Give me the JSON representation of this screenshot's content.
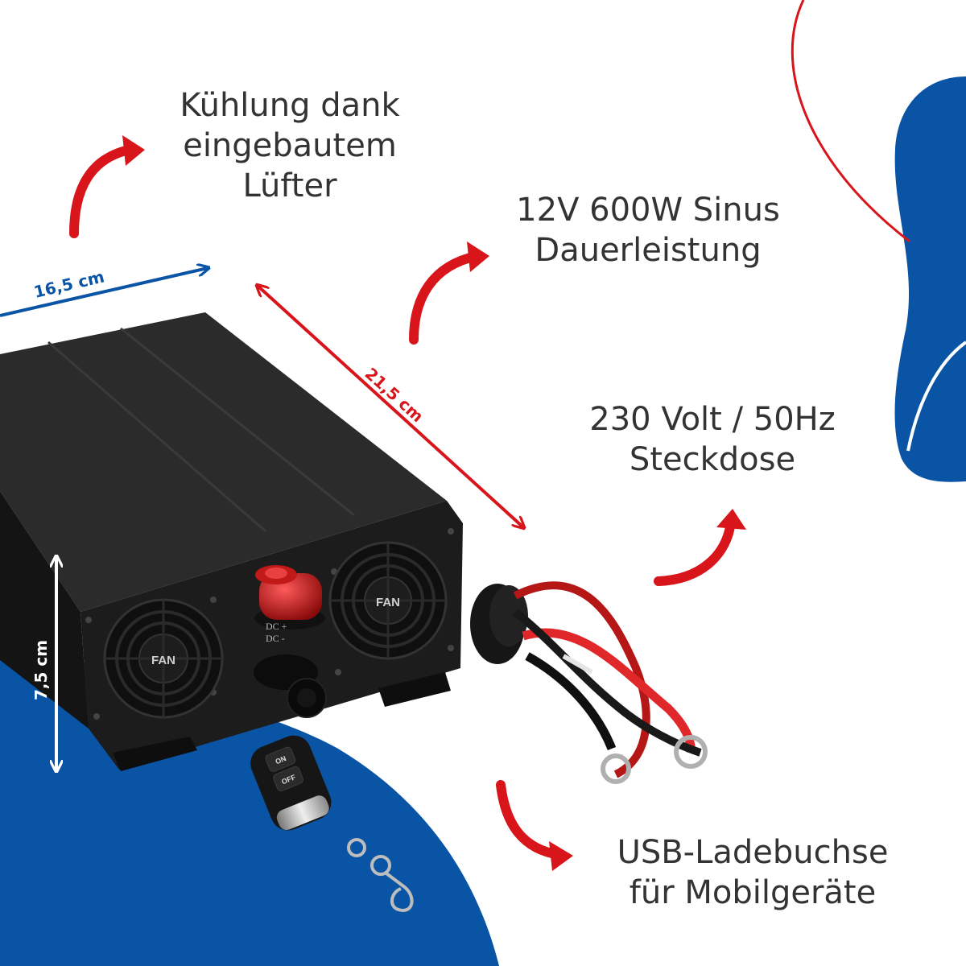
{
  "features": {
    "cooling": [
      "Kühlung dank",
      "eingebautem",
      "Lüfter"
    ],
    "power": [
      "12V 600W Sinus",
      "Dauerleistung"
    ],
    "socket": [
      "230 Volt / 50Hz",
      "Steckdose"
    ],
    "usb": [
      "USB-Ladebuchse",
      "für Mobilgeräte"
    ]
  },
  "dimensions": {
    "width": "16,5 cm",
    "length": "21,5 cm",
    "height": "7,5 cm"
  },
  "device": {
    "fan_label_left": "FAN",
    "fan_label_right": "FAN",
    "dc_plus": "DC +",
    "dc_minus": "DC -",
    "remote_on": "ON",
    "remote_off": "OFF"
  },
  "colors": {
    "brand_blue": "#0a54a6",
    "accent_red": "#d8151b",
    "body": "#1a1a1a",
    "text": "#333333"
  }
}
